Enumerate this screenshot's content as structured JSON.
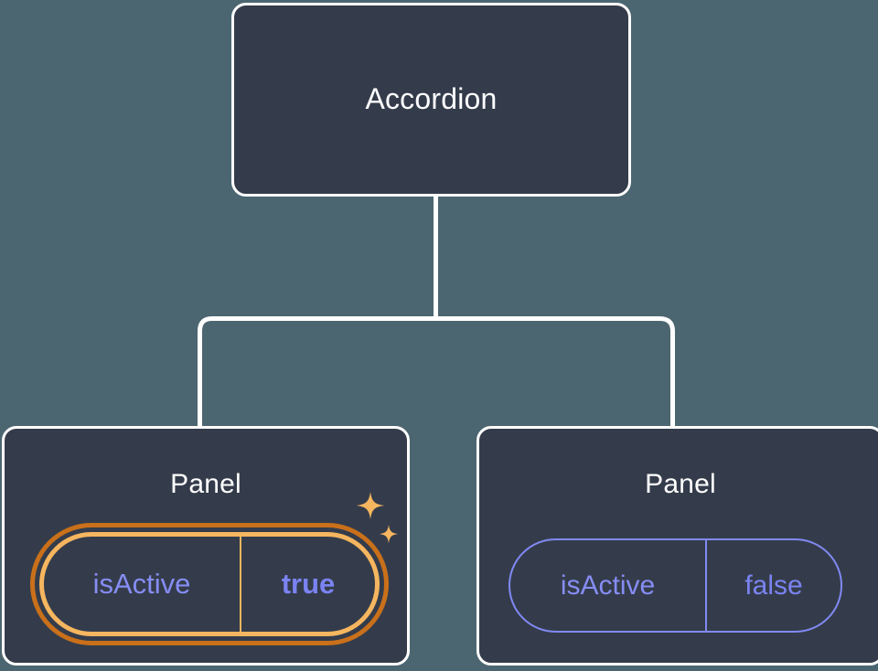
{
  "theme": {
    "background": "#4c6671",
    "node_fill": "#343c4b",
    "node_border": "#ffffff",
    "connector": "#ffffff",
    "prop_text": "#868df4",
    "prop_border": "#8189f3",
    "highlight_outer": "#c9701a",
    "highlight_inner": "#f6b65f",
    "sparkle": "#f6b65f"
  },
  "diagram": {
    "type": "component-tree",
    "root": {
      "name": "root-node",
      "label": "Accordion"
    },
    "children": [
      {
        "name": "panel-left",
        "label": "Panel",
        "highlighted": true,
        "prop": {
          "key": "isActive",
          "value": "true"
        },
        "decorations": [
          {
            "icon": "sparkle-icon",
            "size": "large"
          },
          {
            "icon": "sparkle-icon",
            "size": "small"
          }
        ]
      },
      {
        "name": "panel-right",
        "label": "Panel",
        "highlighted": false,
        "prop": {
          "key": "isActive",
          "value": "false"
        },
        "decorations": []
      }
    ]
  }
}
